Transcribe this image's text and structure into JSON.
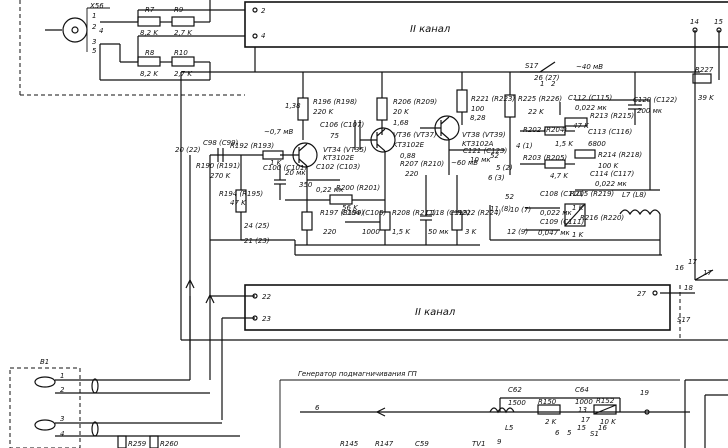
{
  "blocks": {
    "ch2_top": {
      "label": "II канал",
      "pin_a": "2",
      "pin_b": "4"
    },
    "ch2_bottom": {
      "label": "II канал",
      "pin_a": "22",
      "pin_b": "23",
      "pin_c": "27"
    }
  },
  "pins": {
    "p14": "14",
    "p18": "18",
    "p17a": "17",
    "p16": "16",
    "p17b": "17",
    "p15": "15",
    "p20": "20 (22)",
    "p21": "21 (23)",
    "p24": "24 (25)",
    "p26": "26 (27)",
    "p52a": "52",
    "p52b": "52",
    "p19": "19",
    "p5_2": "5 (2)",
    "p6_3": "6 (3)",
    "p4_1": "4 (1)",
    "p11_8": "11 (8)",
    "p10_7": "10 (7)",
    "p12_9": "12 (9)",
    "p1": "1",
    "p2": "2",
    "p3": "3",
    "p4": "4"
  },
  "connector": {
    "x56": "X56",
    "pins": [
      "1",
      "2",
      "3",
      "4",
      "5"
    ]
  },
  "resistors": {
    "r7": {
      "ref": "R7",
      "value": "8,2 K"
    },
    "r9": {
      "ref": "R9",
      "value": "2,7 K"
    },
    "r8": {
      "ref": "R8",
      "value": "8,2 K"
    },
    "r10": {
      "ref": "R10",
      "value": "2,7 K"
    },
    "r196": {
      "ref": "R196 (R198)",
      "value": "220 K"
    },
    "r206": {
      "ref": "R206 (R209)",
      "value": "20 K"
    },
    "r221": {
      "ref": "R221 (R223)",
      "value": "100"
    },
    "r225": {
      "ref": "R225 (R226)",
      "value": "22 K"
    },
    "r227": {
      "ref": "R227",
      "value": "39 K"
    },
    "r192": {
      "ref": "R192 (R193)",
      "value": "1 K"
    },
    "r190": {
      "ref": "R190 (R191)",
      "value": "270 K"
    },
    "r194": {
      "ref": "R194 (R195)",
      "value": "47 K"
    },
    "r200": {
      "ref": "R200 (R201)",
      "value": "56 K"
    },
    "r197": {
      "ref": "R197 (R199)",
      "value": "220"
    },
    "r208": {
      "ref": "R208 (R211)",
      "value": "1,5 K"
    },
    "r207": {
      "ref": "R207 (R210)",
      "value": "220"
    },
    "r222": {
      "ref": "R222 (R224)",
      "value": "3 K"
    },
    "r213": {
      "ref": "R213 (R215)",
      "value": "47 K"
    },
    "r202": {
      "ref": "R202 (R204)",
      "value": "1,5 K"
    },
    "r203": {
      "ref": "R203 (R205)",
      "value": "4,7 K"
    },
    "r214": {
      "ref": "R214 (R218)",
      "value": "100 K"
    },
    "r215": {
      "ref": "R215 (R219)",
      "value": "1 K"
    },
    "r216": {
      "ref": "R216 (R220)",
      "value": "1 K"
    },
    "r150": {
      "ref": "R150",
      "value": "2 K"
    },
    "r152": {
      "ref": "R152",
      "value": "10 K"
    },
    "r145": {
      "ref": "R145"
    },
    "r147": {
      "ref": "R147"
    },
    "r259": {
      "ref": "R259"
    },
    "r260": {
      "ref": "R260"
    }
  },
  "capacitors": {
    "c98": {
      "ref": "C98 (C99)",
      "value": ""
    },
    "c100": {
      "ref": "C100 (C101)",
      "value": "20 мк"
    },
    "c102": {
      "ref": "C102 (C103)",
      "value": "0,22 мк"
    },
    "c106": {
      "ref": "C106 (C107)",
      "value": "75"
    },
    "c104": {
      "ref": "C104 (C105)",
      "value": "1000"
    },
    "c118": {
      "ref": "C118 (C119)",
      "value": "50 мк"
    },
    "c121": {
      "ref": "C121 (C123)",
      "value": "10 мк"
    },
    "c112": {
      "ref": "C112 (C115)",
      "value": "0,022 мк"
    },
    "c113": {
      "ref": "C113 (C116)",
      "value": "6800"
    },
    "c114": {
      "ref": "C114 (C117)",
      "value": "0,022 мк"
    },
    "c108": {
      "ref": "C108 (C110)",
      "value": "0,022 мк"
    },
    "c109": {
      "ref": "C109 (C111)",
      "value": "0,047 мк"
    },
    "c120": {
      "ref": "C120 (C122)",
      "value": "200 мк"
    },
    "c62": {
      "ref": "C62",
      "value": "1500"
    },
    "c64": {
      "ref": "C64",
      "value": "1000"
    },
    "c59": {
      "ref": "C59"
    },
    "c_350": {
      "value": "350"
    }
  },
  "transistors": {
    "vt34": {
      "ref": "VT34 (VT35)",
      "type": "KT3102E"
    },
    "vt36": {
      "ref": "VT36 (VT37)",
      "type": "KT3102E"
    },
    "vt38": {
      "ref": "VT38 (VT39)",
      "type": "KT3102A"
    },
    "tv1": {
      "ref": "TV1"
    }
  },
  "inductors": {
    "l7": "L7 (L8)",
    "l5": "L5"
  },
  "switches": {
    "s17": "S17",
    "s1": "S1",
    "s17b": "S17"
  },
  "voltages": {
    "v1": "1,38",
    "v2": "~0,7 мВ",
    "v3": "1,68",
    "v4": "8,28",
    "v5": "0,88",
    "v6": "~60 мВ",
    "v7": "~40 мВ"
  },
  "b1": {
    "ref": "B1",
    "pins": [
      "1",
      "2",
      "3",
      "4"
    ]
  },
  "generator": {
    "label": "Генератор подмагничивания ГП"
  },
  "misc": {
    "m13": "13",
    "m17": "17",
    "m16": "16",
    "m15": "15",
    "m5": "5",
    "m9": "9",
    "m6": "6",
    "m6b": "6",
    "m1": "1",
    "m2": "2"
  }
}
